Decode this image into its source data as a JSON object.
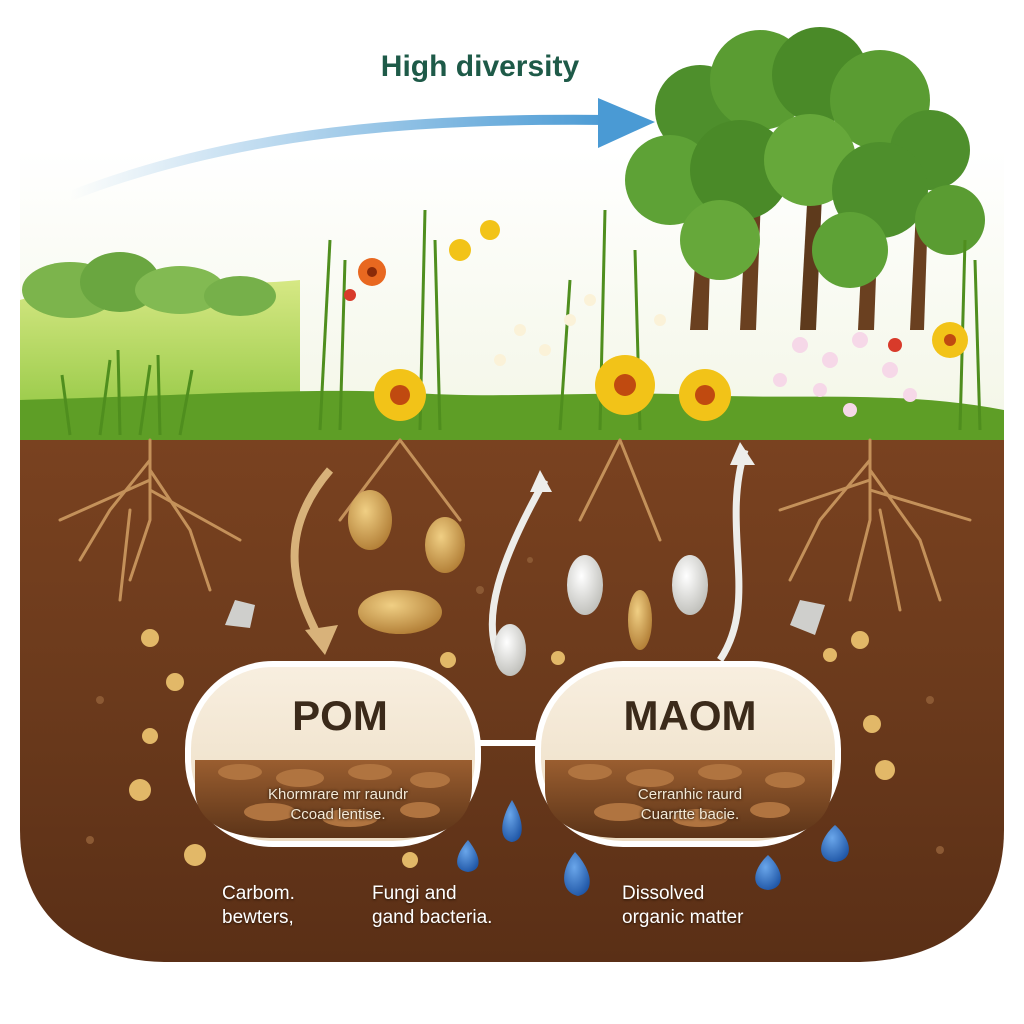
{
  "diagram": {
    "title": "High diversity",
    "pom": {
      "label": "POM",
      "sublabel_line1": "Khormrare mr raundr",
      "sublabel_line2": "Ccoad lentise."
    },
    "maom": {
      "label": "MAOM",
      "sublabel_line1": "Cerranhic raurd",
      "sublabel_line2": "Cuarrtte bacie."
    },
    "bottom_labels": {
      "carbon_line1": "Carbom.",
      "carbon_line2": "bewters,",
      "fungi_line1": "Fungi and",
      "fungi_line2": "gand bacteria.",
      "dom_line1": "Dissolved",
      "dom_line2": "organic matter"
    },
    "colors": {
      "title": "#1e5a48",
      "arrow": "#4a9ad4",
      "soil": "#6b3a1c",
      "grass": "#6fae2c",
      "pom_blob": "#c89a4a",
      "maom_blob": "#e4e4e0",
      "dom_drop": "#2f6fc0"
    },
    "icons": [
      "diversity-arrow-icon",
      "tree-icon",
      "flower-icon",
      "root-icon",
      "water-drop-icon"
    ]
  }
}
